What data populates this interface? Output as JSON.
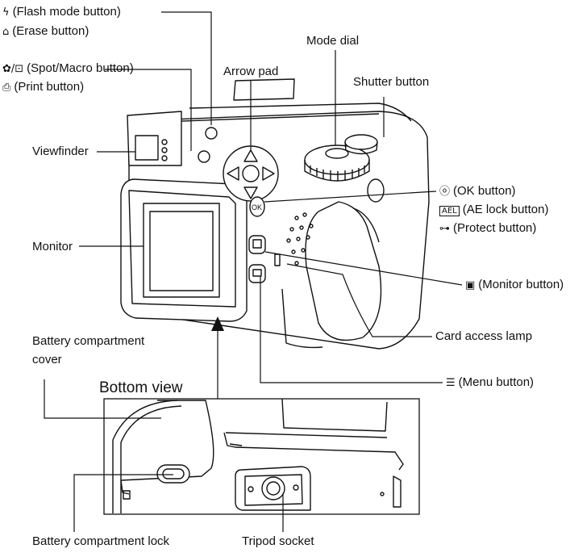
{
  "labels": {
    "flash": "(Flash mode button)",
    "erase": "(Erase button)",
    "spot_macro": "(Spot/Macro button)",
    "print": "(Print button)",
    "arrow_pad": "Arrow pad",
    "mode_dial": "Mode dial",
    "shutter": "Shutter button",
    "viewfinder": "Viewfinder",
    "ok": "(OK button)",
    "ae_lock": "(AE lock button)",
    "protect": "(Protect button)",
    "monitor": "Monitor",
    "monitor_button": "(Monitor button)",
    "battery_cover_1": "Battery compartment",
    "battery_cover_2": "cover",
    "card_lamp": "Card access lamp",
    "bottom_view": "Bottom view",
    "menu_button": "(Menu button)",
    "battery_lock": "Battery compartment lock",
    "tripod": "Tripod socket"
  },
  "glyphs": {
    "flash": "ϟ",
    "erase": "⌂",
    "spot_macro": "✿/⊡",
    "print": "⎙",
    "ok": "ⓞ",
    "ae_lock": "AEL",
    "protect": "⊶",
    "monitor_button": "▣",
    "menu_button": "☰"
  },
  "icons": [
    "flash-icon",
    "erase-icon",
    "spot-macro-icon",
    "print-icon",
    "ok-icon",
    "ael-icon",
    "protect-key-icon",
    "monitor-icon",
    "menu-icon"
  ]
}
